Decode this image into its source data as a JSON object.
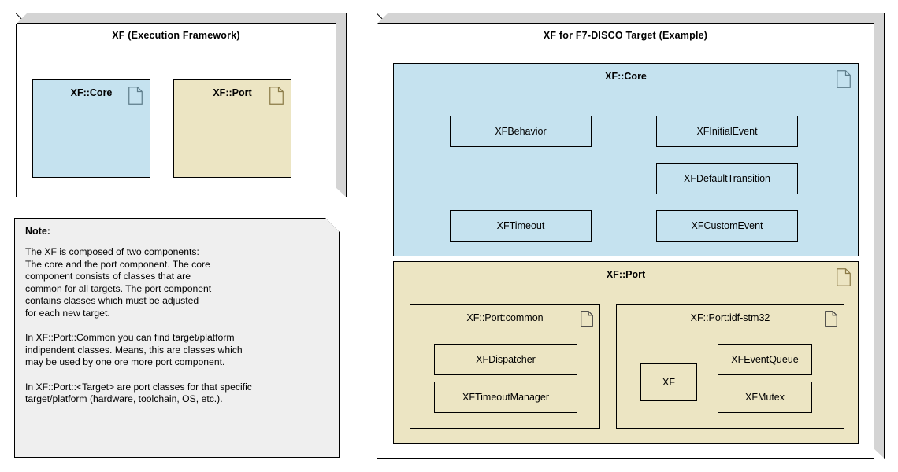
{
  "diagram": {
    "type": "uml-component-diagram",
    "colors": {
      "core_fill": "#c5e2ef",
      "port_fill": "#ece5c3",
      "note_fill": "#efefef",
      "package_band": "#d4d4d4",
      "border": "#000000",
      "core_icon_stroke": "#5d7c8a",
      "port_icon_stroke": "#8a7a46"
    }
  },
  "left_package": {
    "title": "XF (Execution Framework)",
    "components": [
      {
        "label": "XF::Core",
        "icon": "page-icon",
        "fill": "#c5e2ef"
      },
      {
        "label": "XF::Port",
        "icon": "page-icon",
        "fill": "#ece5c3"
      }
    ]
  },
  "note": {
    "title": "Note:",
    "body": "The XF is composed of two components:\nThe core and the port component. The core\ncomponent consists of classes that are\ncommon for all targets. The port component\ncontains classes which must be adjusted\nfor each new target.\n\nIn XF::Port::Common you can find target/platform\nindipendent classes. Means, this are classes which\nmay be used by one ore more port component.\n\nIn XF::Port::<Target> are port classes for that specific\ntarget/platform (hardware, toolchain, OS, etc.)."
  },
  "right_package": {
    "title": "XF for F7-DISCO Target (Example)",
    "core": {
      "label": "XF::Core",
      "icon": "page-icon",
      "fill": "#c5e2ef",
      "classes": [
        {
          "label": "XFBehavior"
        },
        {
          "label": "XFInitialEvent"
        },
        {
          "label": "XFDefaultTransition"
        },
        {
          "label": "XFTimeout"
        },
        {
          "label": "XFCustomEvent"
        }
      ]
    },
    "port": {
      "label": "XF::Port",
      "icon": "page-icon",
      "fill": "#ece5c3",
      "subcomponents": [
        {
          "label": "XF::Port:common",
          "icon": "page-icon",
          "classes": [
            {
              "label": "XFDispatcher"
            },
            {
              "label": "XFTimeoutManager"
            }
          ]
        },
        {
          "label": "XF::Port:idf-stm32",
          "icon": "page-icon",
          "classes": [
            {
              "label": "XF"
            },
            {
              "label": "XFEventQueue"
            },
            {
              "label": "XFMutex"
            }
          ]
        }
      ]
    }
  }
}
